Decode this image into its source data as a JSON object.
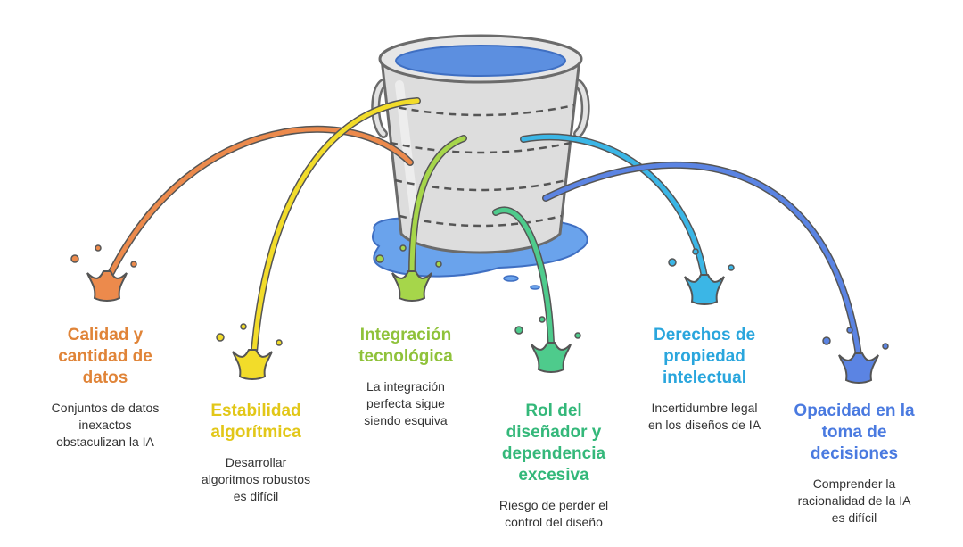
{
  "colors": {
    "orange": "#ec8a4c",
    "yellow": "#f2dc2a",
    "lime": "#a6d64a",
    "green": "#4ecb8c",
    "cyan": "#3bb6e6",
    "blue": "#5b84e3",
    "bucket_fill": "#dddddd",
    "bucket_stroke": "#6b6b6b",
    "water": "#5c8fe0",
    "puddle": "#6aa3ec"
  },
  "items": [
    {
      "title": "Calidad y\ncantidad de\ndatos",
      "desc": "Conjuntos de datos\ninexactos\nobstaculizan la IA",
      "color": "#e08438"
    },
    {
      "title": "Estabilidad\nalgorítmica",
      "desc": "Desarrollar\nalgoritmos robustos\nes difícil",
      "color": "#e2c718"
    },
    {
      "title": "Integración\ntecnológica",
      "desc": "La integración\nperfecta sigue\nsiendo esquiva",
      "color": "#8fc23a"
    },
    {
      "title": "Rol del\ndiseñador y\ndependencia\nexcesiva",
      "desc": "Riesgo de perder el\ncontrol del diseño",
      "color": "#34b87a"
    },
    {
      "title": "Derechos de\npropiedad\nintelectual",
      "desc": "Incertidumbre legal\nen los diseños de IA",
      "color": "#2aa6dd"
    },
    {
      "title": "Opacidad en la\ntoma de\ndecisiones",
      "desc": "Comprender la\nracionalidad de la IA\nes difícil",
      "color": "#4a7ae0"
    }
  ]
}
